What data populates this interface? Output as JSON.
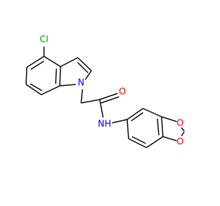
{
  "molecule": {
    "atoms": {
      "chlorine": {
        "label": "Cl",
        "color": "#00a000"
      },
      "indole_nitrogen": {
        "label": "N",
        "color": "#0000ff"
      },
      "carbonyl_oxygen": {
        "label": "O",
        "color": "#ff0000"
      },
      "amide_nh": {
        "label": "NH",
        "color": "#0000ff"
      },
      "dioxole_oxygen_top": {
        "label": "O",
        "color": "#ff0000"
      },
      "dioxole_oxygen_bottom": {
        "label": "O",
        "color": "#ff0000"
      }
    },
    "bond_color": "#000000",
    "background_color": "#ffffff"
  }
}
